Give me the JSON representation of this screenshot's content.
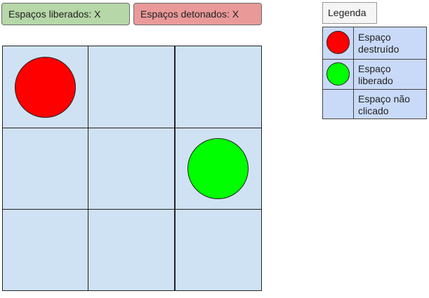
{
  "counters": {
    "freed_label": "Espaços liberados: X",
    "detonated_label": "Espaços detonados: X"
  },
  "colors": {
    "destroyed": "#ff0000",
    "freed": "#00ff00",
    "unclicked": "#cfe2f3"
  },
  "board": {
    "rows": 3,
    "cols": 3,
    "cells": [
      [
        "destroyed",
        "unclicked",
        "unclicked"
      ],
      [
        "unclicked",
        "unclicked",
        "freed"
      ],
      [
        "unclicked",
        "unclicked",
        "unclicked"
      ]
    ]
  },
  "legend": {
    "title": "Legenda",
    "items": [
      {
        "state": "destroyed",
        "label": "Espaço destruído"
      },
      {
        "state": "freed",
        "label": "Espaço liberado"
      },
      {
        "state": "unclicked",
        "label": "Espaço não clicado"
      }
    ]
  }
}
